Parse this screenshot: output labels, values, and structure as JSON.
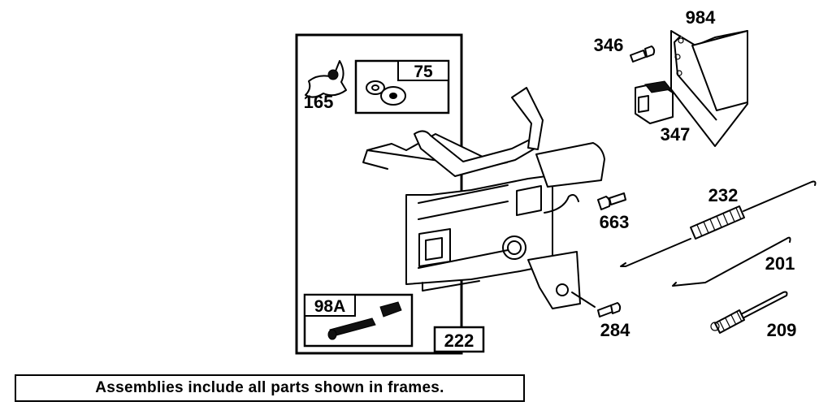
{
  "parts": {
    "p165": "165",
    "p75": "75",
    "p98a": "98A",
    "p222": "222",
    "p346": "346",
    "p984": "984",
    "p347": "347",
    "p232": "232",
    "p663": "663",
    "p201": "201",
    "p284": "284",
    "p209": "209"
  },
  "note": "Assemblies include all parts shown in frames."
}
